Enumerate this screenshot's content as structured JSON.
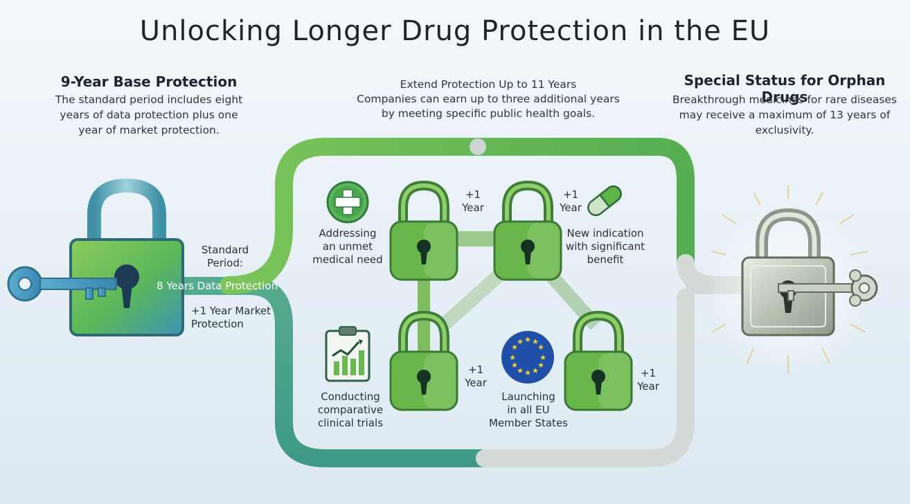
{
  "title": "Unlocking Longer Drug Protection in the EU",
  "left": {
    "heading": "9-Year Base Protection",
    "lines": [
      "The standard period includes eight",
      "years of data protection plus one",
      "year of market protection."
    ],
    "standard_period": [
      "Standard",
      "Period:"
    ],
    "data_protection": "8 Years Data Protection",
    "market_protection": [
      "+1 Year Market",
      "Protection"
    ]
  },
  "center": {
    "heading_lines": [
      "Extend Protection Up to 11 Years",
      "Companies can earn up to three additional years",
      "by meeting specific public health goals."
    ],
    "plus_one": "+1",
    "year": "Year",
    "criteria": {
      "unmet_need": [
        "Addressing",
        "an unmet",
        "medical need"
      ],
      "new_indication": [
        "New indication",
        "with significant",
        "benefit"
      ],
      "clinical_trials": [
        "Conducting",
        "comparative",
        "clinical trials"
      ],
      "eu_launch": [
        "Launching",
        "in all EU",
        "Member States"
      ]
    }
  },
  "right": {
    "heading": "Special Status for Orphan Drugs",
    "lines": [
      "Breakthrough medicines for rare diseases",
      "may receive a maximum of 13 years of",
      "exclusivity."
    ]
  },
  "colors": {
    "green": "#5fb548",
    "teal": "#3f9e88",
    "grey": "#cfd6d2",
    "lock_body": "#62b346",
    "lock_shackle": "#3d7a3a"
  }
}
